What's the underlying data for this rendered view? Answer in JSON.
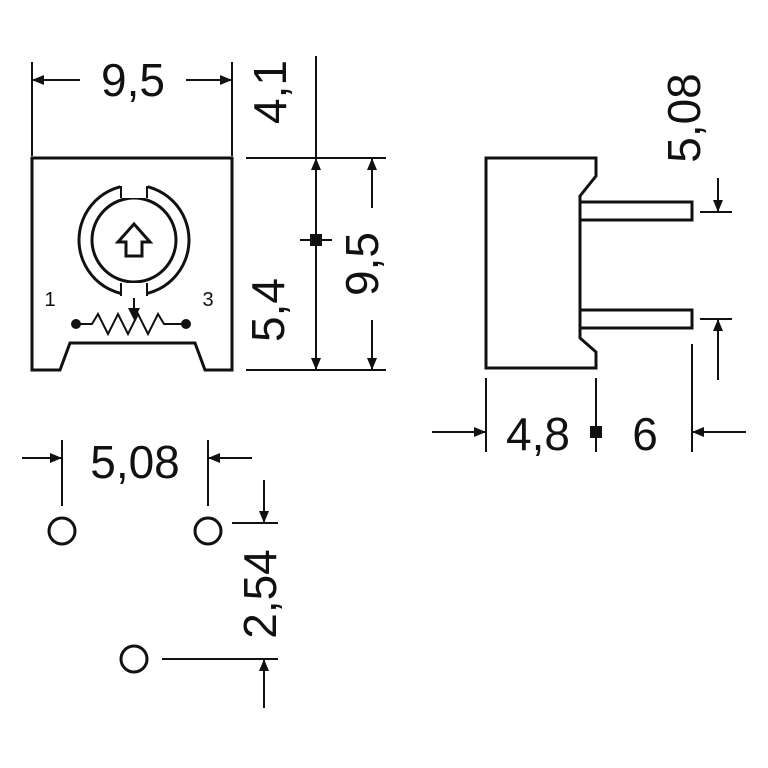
{
  "front_view": {
    "width_label": "9,5",
    "offset_label": "4,1",
    "center_label": "5,4",
    "height_label": "9,5",
    "pin_left_label": "1",
    "pin_right_label": "3"
  },
  "side_view": {
    "pin_pitch_label": "5,08",
    "body_depth_label": "4,8",
    "pin_length_label": "6"
  },
  "footprint": {
    "pitch_x_label": "5,08",
    "pitch_y_label": "2,54"
  },
  "colors": {
    "ink": "#111111",
    "paper": "#ffffff"
  }
}
